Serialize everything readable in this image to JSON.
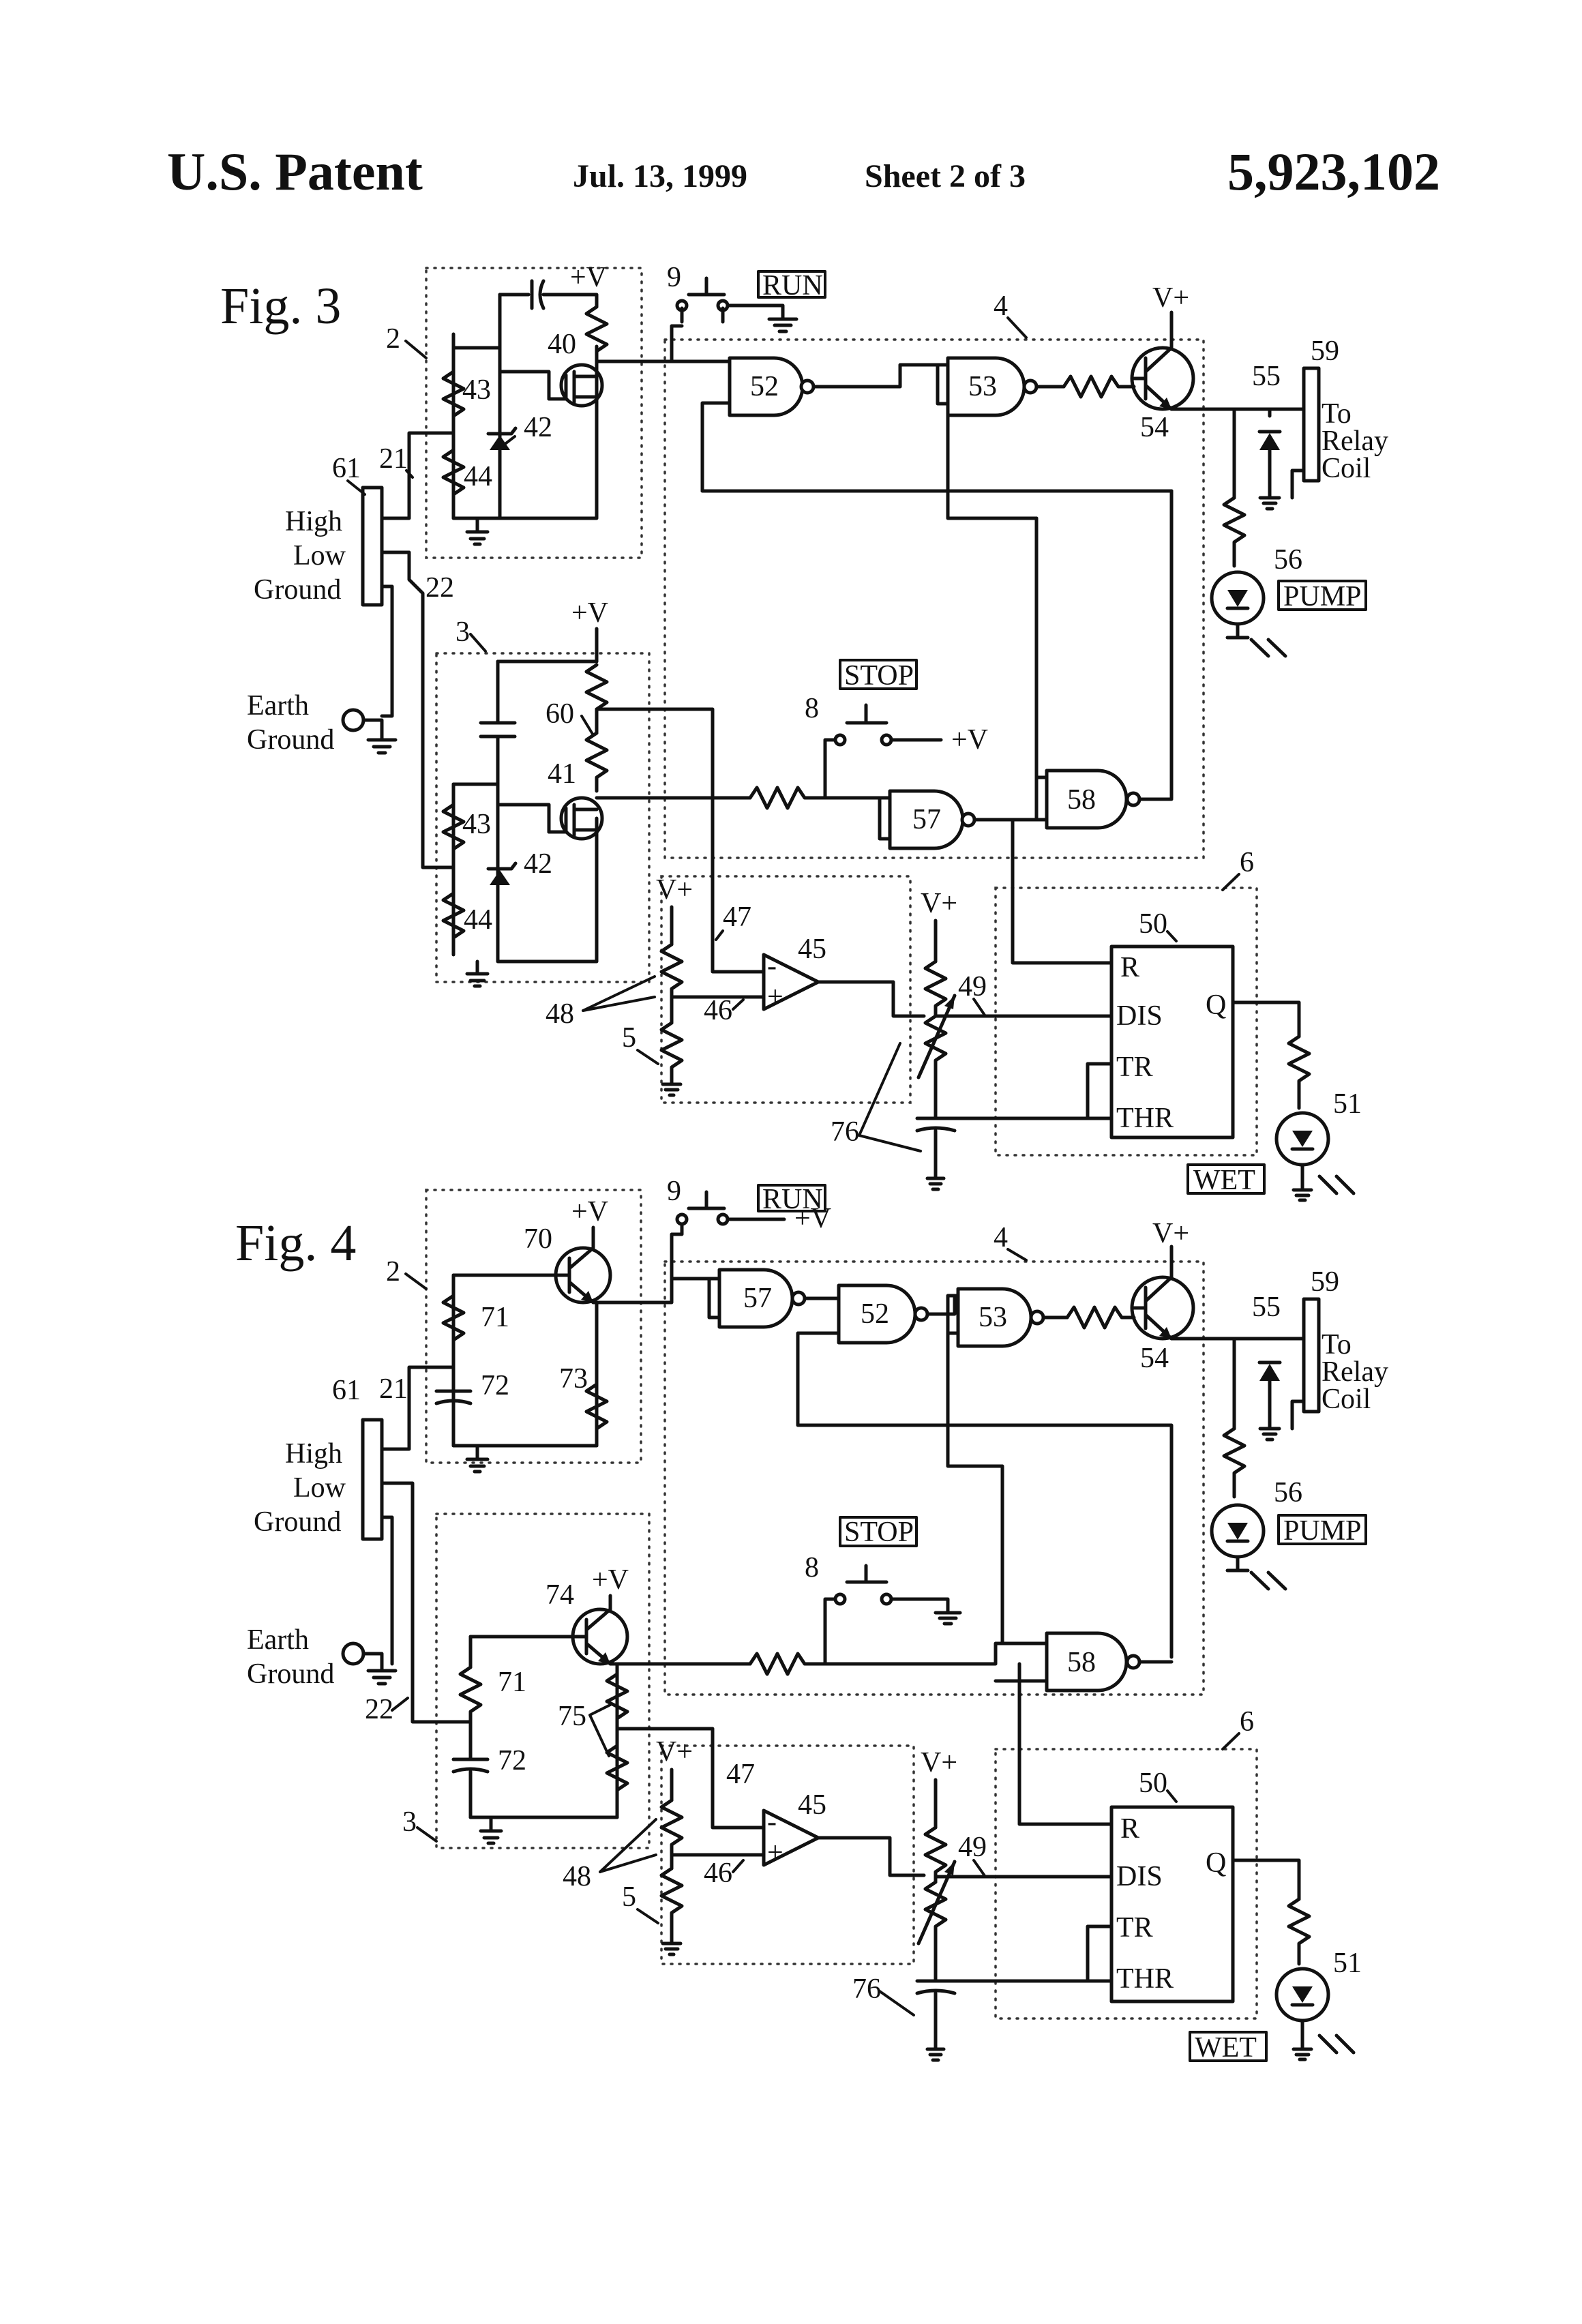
{
  "header": {
    "title": "U.S. Patent",
    "date": "Jul. 13, 1999",
    "sheet": "Sheet 2 of 3",
    "patent_number": "5,923,102"
  },
  "fig3": {
    "title": "Fig. 3",
    "supply": {
      "vplus": "+V",
      "vplus_alt": "V+"
    },
    "labels": {
      "l2": "2",
      "l3": "3",
      "l4": "4",
      "l5": "5",
      "l6": "6",
      "l8": "8",
      "l9": "9",
      "l21": "21",
      "l22": "22",
      "l40": "40",
      "l41": "41",
      "l42a": "42",
      "l42b": "42",
      "l43a": "43",
      "l43b": "43",
      "l44a": "44",
      "l44b": "44",
      "l45": "45",
      "l46": "46",
      "l47": "47",
      "l48": "48",
      "l49": "49",
      "l50": "50",
      "l51": "51",
      "l52": "52",
      "l53": "53",
      "l54": "54",
      "l55": "55",
      "l56": "56",
      "l57": "57",
      "l58": "58",
      "l59": "59",
      "l60": "60",
      "l61": "61",
      "l76": "76"
    },
    "connector": {
      "high": "High",
      "low": "Low",
      "ground": "Ground"
    },
    "earth": {
      "line1": "Earth",
      "line2": "Ground"
    },
    "buttons": {
      "run": "RUN",
      "stop": "STOP"
    },
    "indicators": {
      "pump": "PUMP",
      "wet": "WET"
    },
    "relay": {
      "line1": "To",
      "line2": "Relay",
      "line3": "Coil"
    },
    "timer_pins": {
      "r": "R",
      "dis": "DIS",
      "tr": "TR",
      "thr": "THR",
      "q": "Q"
    }
  },
  "fig4": {
    "title": "Fig. 4",
    "supply": {
      "vplus": "+V",
      "vplus_alt": "V+"
    },
    "labels": {
      "l2": "2",
      "l3": "3",
      "l4": "4",
      "l5": "5",
      "l6": "6",
      "l8": "8",
      "l9": "9",
      "l21": "21",
      "l22": "22",
      "l45": "45",
      "l46": "46",
      "l47": "47",
      "l48": "48",
      "l49": "49",
      "l50": "50",
      "l51": "51",
      "l52": "52",
      "l53": "53",
      "l54": "54",
      "l55": "55",
      "l56": "56",
      "l57": "57",
      "l58": "58",
      "l59": "59",
      "l61": "61",
      "l70": "70",
      "l71a": "71",
      "l71b": "71",
      "l72a": "72",
      "l72b": "72",
      "l73": "73",
      "l74": "74",
      "l75": "75",
      "l76": "76"
    },
    "connector": {
      "high": "High",
      "low": "Low",
      "ground": "Ground"
    },
    "earth": {
      "line1": "Earth",
      "line2": "Ground"
    },
    "buttons": {
      "run": "RUN",
      "stop": "STOP"
    },
    "indicators": {
      "pump": "PUMP",
      "wet": "WET"
    },
    "relay": {
      "line1": "To",
      "line2": "Relay",
      "line3": "Coil"
    },
    "timer_pins": {
      "r": "R",
      "dis": "DIS",
      "tr": "TR",
      "thr": "THR",
      "q": "Q"
    }
  }
}
